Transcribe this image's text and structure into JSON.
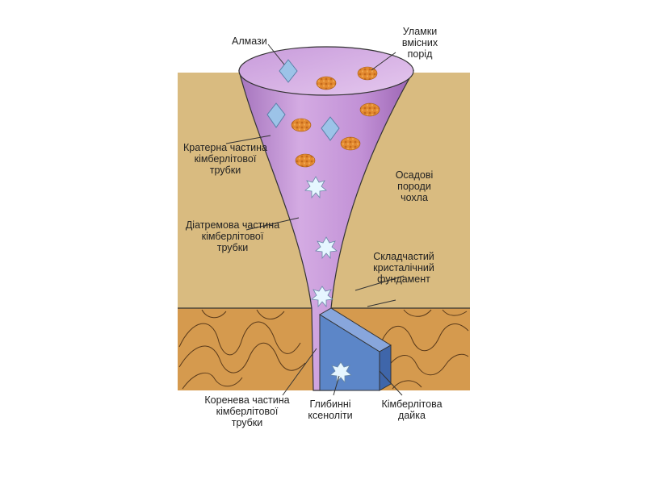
{
  "labels": {
    "diamonds": "Алмази",
    "host_fragments": [
      "Уламки",
      "вмісних",
      "порід"
    ],
    "crater_part": [
      "Кратерна частина",
      "кімберлітової",
      "трубки"
    ],
    "diatreme_part": [
      "Діатремова частина",
      "кімберлітової",
      "трубки"
    ],
    "sedimentary": [
      "Осадові",
      "породи",
      "чохла"
    ],
    "basement": [
      "Складчастий",
      "кристалічний",
      "фундамент"
    ],
    "root_part": [
      "Коренева частина",
      "кімберлітової",
      "трубки"
    ],
    "xenoliths": [
      "Глибинні",
      "ксеноліти"
    ],
    "dyke": [
      "Кімберлітова",
      "дайка"
    ]
  },
  "colors": {
    "sediment": "#d9bb80",
    "basement": "#d59a4e",
    "pipe": "#c79ad9",
    "pipe_dark": "#9c68b3",
    "dyke": "#5c86c8",
    "diamond": "#9cc3e8",
    "fragment": "#e38a30"
  }
}
